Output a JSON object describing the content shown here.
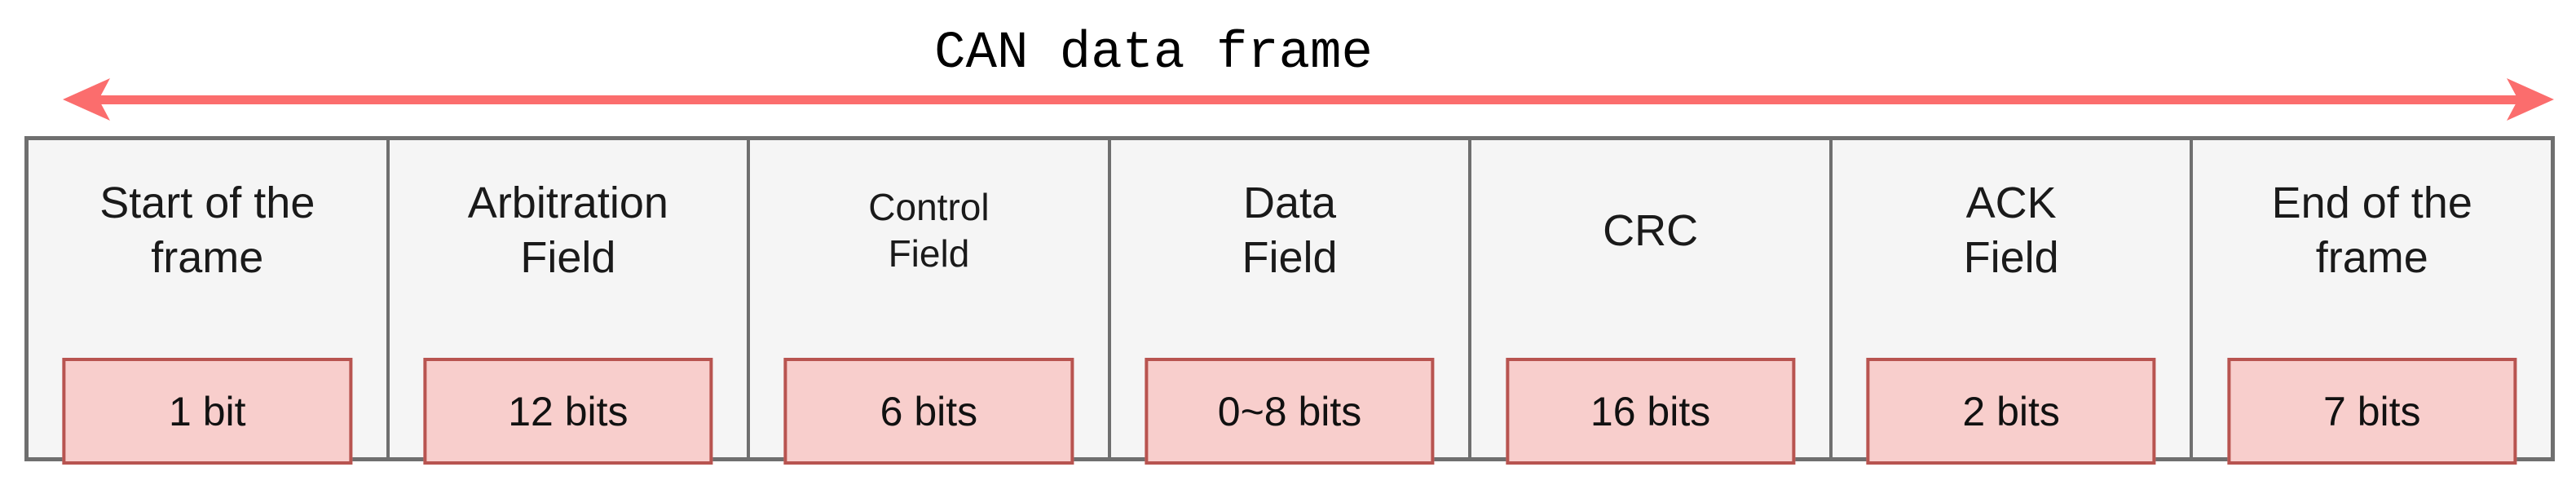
{
  "title": "CAN data frame",
  "colors": {
    "arrow_color": "#fb6d6d",
    "frame_border": "#6f6f6f",
    "cell_bg": "#f5f5f5",
    "badge_bg": "#f8cecc",
    "badge_border": "#b85450",
    "label_color": "#1a1a1a",
    "badge_text": "#111111"
  },
  "frame": {
    "fields": [
      {
        "label": "Start of the frame",
        "label_lines": [
          "Start of the",
          "frame"
        ],
        "bits": "1 bit",
        "small": false
      },
      {
        "label": "Arbitration Field",
        "label_lines": [
          "Arbitration",
          "Field"
        ],
        "bits": "12 bits",
        "small": false
      },
      {
        "label": "Control Field",
        "label_lines": [
          "Control",
          "Field"
        ],
        "bits": "6 bits",
        "small": true
      },
      {
        "label": "Data Field",
        "label_lines": [
          "Data",
          "Field"
        ],
        "bits": "0~8 bits",
        "small": false
      },
      {
        "label": "CRC",
        "label_lines": [
          "CRC"
        ],
        "bits": "16 bits",
        "small": false
      },
      {
        "label": "ACK Field",
        "label_lines": [
          "ACK",
          "Field"
        ],
        "bits": "2 bits",
        "small": false
      },
      {
        "label": "End of the frame",
        "label_lines": [
          "End of the",
          "frame"
        ],
        "bits": "7 bits",
        "small": false
      }
    ]
  }
}
